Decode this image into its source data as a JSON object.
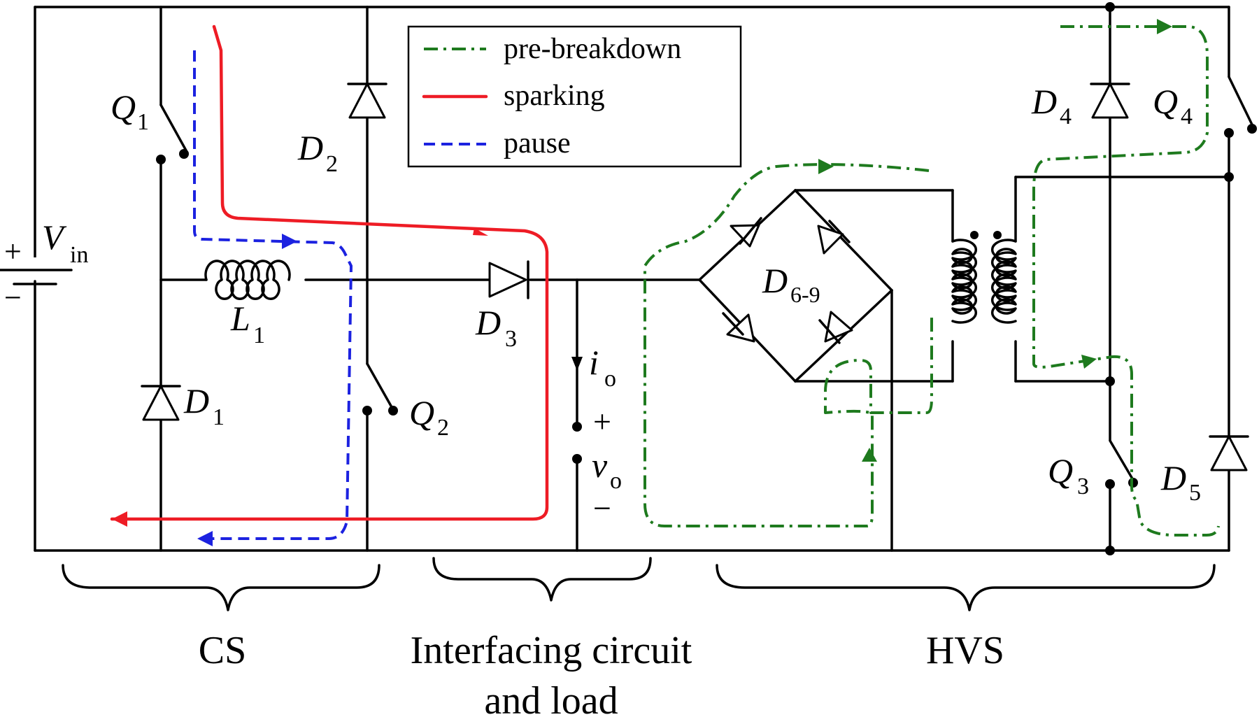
{
  "legend": {
    "pre_breakdown": "pre-breakdown",
    "sparking": "sparking",
    "pause": "pause"
  },
  "components": {
    "vin_plus": "+",
    "vin_minus": "−",
    "vin_main": "V",
    "vin_sub": "in",
    "q1_main": "Q",
    "q1_sub": "1",
    "q2_main": "Q",
    "q2_sub": "2",
    "q3_main": "Q",
    "q3_sub": "3",
    "q4_main": "Q",
    "q4_sub": "4",
    "d1_main": "D",
    "d1_sub": "1",
    "d2_main": "D",
    "d2_sub": "2",
    "d3_main": "D",
    "d3_sub": "3",
    "d4_main": "D",
    "d4_sub": "4",
    "d5_main": "D",
    "d5_sub": "5",
    "d69_main": "D",
    "d69_sub": "6-9",
    "l1_main": "L",
    "l1_sub": "1",
    "io_main": "i",
    "io_sub": "o",
    "vo_main": "v",
    "vo_sub": "o",
    "vo_plus": "+",
    "vo_minus": "−"
  },
  "sections": {
    "cs": "CS",
    "interfacing_line1": "Interfacing circuit",
    "interfacing_line2": "and load",
    "hvs": "HVS"
  },
  "colors": {
    "sparking": "#ee1c25",
    "pause": "#1c22e0",
    "pre_breakdown": "#1e7a1e"
  }
}
